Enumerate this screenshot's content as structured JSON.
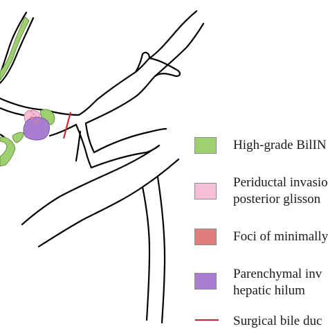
{
  "colors": {
    "duct_outline": "#000000",
    "high_grade_biliN": "#9ed070",
    "periductal_invasion": "#f6bfd6",
    "foci_minimal": "#e07e7e",
    "parenchymal_invasion": "#a87ed0",
    "surgical_bile_duct_margin": "#d0282c"
  },
  "legend": [
    {
      "key": "high_grade",
      "label_line1": "High-grade BilIN",
      "label_line2": ""
    },
    {
      "key": "periductal",
      "label_line1": "Periductal invasion",
      "label_line2": "posterior glisson"
    },
    {
      "key": "foci",
      "label_line1": "Foci of minimally",
      "label_line2": ""
    },
    {
      "key": "parenchymal",
      "label_line1": "Parenchymal inv",
      "label_line2": "hepatic hilum"
    },
    {
      "key": "surgical",
      "label_line1": "Surgical bile duc",
      "label_line2": ""
    }
  ]
}
